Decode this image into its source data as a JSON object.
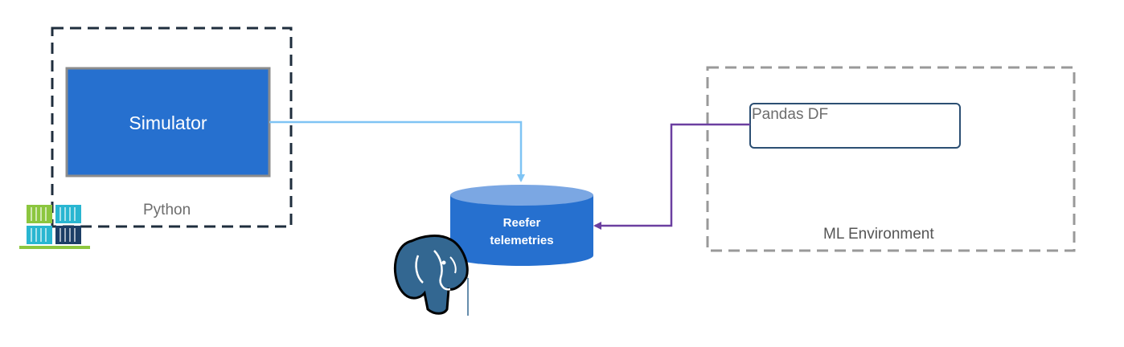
{
  "diagram": {
    "python_group": {
      "label": "Python"
    },
    "simulator": {
      "label": "Simulator"
    },
    "database": {
      "label_line1": "Reefer",
      "label_line2": "telemetries"
    },
    "ml_group": {
      "label": "ML Environment"
    },
    "pandas": {
      "label": "Pandas DF"
    }
  },
  "colors": {
    "simulator_fill": "#2670cf",
    "simulator_border": "#8c8c8c",
    "db_fill": "#2670cf",
    "db_top": "#7ba7e3",
    "sim_to_db_arrow": "#7fc4f4",
    "pandas_to_db_arrow": "#6b3fa0",
    "python_border": "#1f2e3d",
    "ml_border": "#999999",
    "pandas_border": "#2c4f73"
  },
  "icons": {
    "containers": "shipping-containers-icon",
    "postgres": "postgresql-elephant-icon"
  }
}
